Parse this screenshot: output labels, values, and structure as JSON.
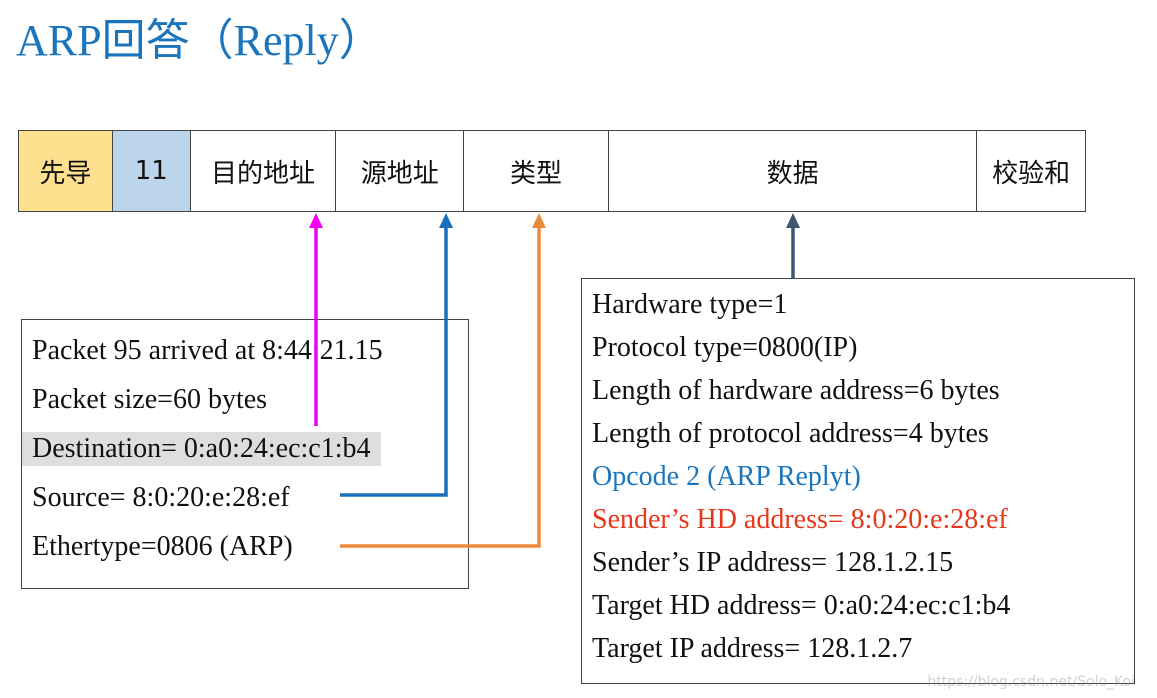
{
  "title": {
    "text": "ARP回答（Reply）",
    "color": "#1b75bc"
  },
  "frame": {
    "fields": [
      {
        "key": "preamble",
        "label": "先导",
        "color": "#ffe08f"
      },
      {
        "key": "sfd",
        "label": "11",
        "color": "#bcd4ec"
      },
      {
        "key": "dest",
        "label": "目的地址",
        "color": "#ffffff"
      },
      {
        "key": "src",
        "label": "源地址",
        "color": "#ffffff"
      },
      {
        "key": "type",
        "label": "类型",
        "color": "#ffffff"
      },
      {
        "key": "data",
        "label": "数据",
        "color": "#ffffff"
      },
      {
        "key": "checksum",
        "label": "校验和",
        "color": "#ffffff"
      }
    ]
  },
  "header_box": {
    "lines": [
      "Packet 95 arrived at 8:44:21.15",
      "Packet size=60 bytes",
      "Destination= 0:a0:24:ec:c1:b4",
      "Source= 8:0:20:e:28:ef",
      "Ethertype=0806 (ARP)"
    ],
    "highlight_color": "#dedede"
  },
  "data_box": {
    "lines": [
      {
        "text": "Hardware type=1",
        "color": "#111111"
      },
      {
        "text": "Protocol type=0800(IP)",
        "color": "#111111"
      },
      {
        "text": "Length of hardware address=6 bytes",
        "color": "#111111"
      },
      {
        "text": "Length of protocol address=4 bytes",
        "color": "#111111"
      },
      {
        "text": "Opcode 2 (ARP Replyt)",
        "color": "#1b75bc"
      },
      {
        "text": "Sender’s HD address= 8:0:20:e:28:ef",
        "color": "#e8361a"
      },
      {
        "text": "Sender’s IP address= 128.1.2.15",
        "color": "#111111"
      },
      {
        "text": "Target HD address= 0:a0:24:ec:c1:b4",
        "color": "#111111"
      },
      {
        "text": "Target IP address= 128.1.2.7",
        "color": "#111111"
      }
    ]
  },
  "arrow_colors": {
    "destination": "#f000f0",
    "source": "#1a6fbd",
    "ethertype": "#ea8a3c",
    "data": "#3e5670"
  },
  "watermark": "https://blog.csdn.net/Solo_Koi"
}
